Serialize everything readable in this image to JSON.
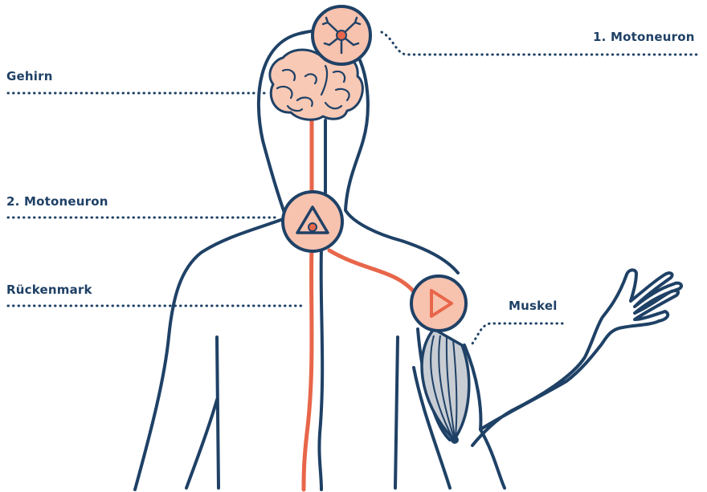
{
  "labels": {
    "first_motoneuron": "1. Motoneuron",
    "brain": "Gehirn",
    "second_motoneuron": "2. Motoneuron",
    "spinal_cord": "Rückenmark",
    "muscle": "Muskel"
  },
  "colors": {
    "outline": "#1f4166",
    "signal": "#e8664a",
    "node_fill": "#f7c2ae",
    "brain_fill": "#f8c9b5",
    "muscle_fill": "#c8cdd4",
    "dots": "#1f4166"
  },
  "icons": {
    "first_motoneuron": "neuron-cell-icon",
    "second_motoneuron": "triangle-circle-icon",
    "muscle": "play-triangle-icon"
  }
}
